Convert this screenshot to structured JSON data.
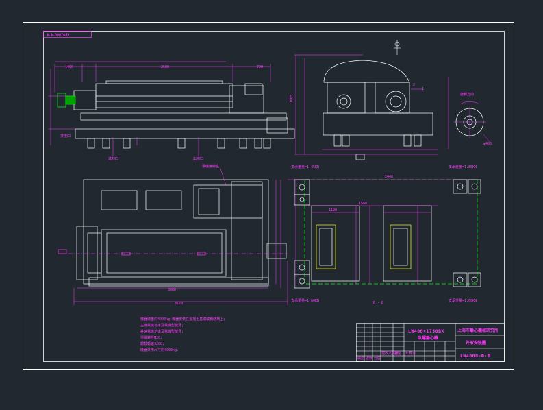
{
  "colors": {
    "background": "#212830",
    "frame": "#ffffff",
    "dimension": "#ff3cff",
    "centerline": "#00ff00",
    "hidden": "#00c8ff",
    "accent": "#ffff00"
  },
  "drawing_number_tag": "Ф-Ф-0007ФЯЭ",
  "plan_section_label": "Б - Б",
  "top_view": {
    "dims": [
      "1490",
      "2580",
      "720"
    ],
    "callouts": [
      "進料口",
      "出液口",
      "排渣口"
    ]
  },
  "side_view": {
    "left_dim": "1065",
    "callouts": [
      "2",
      "1"
    ]
  },
  "detail_label": "旋轉方向",
  "detail_dim": "φ400",
  "plan_view": {
    "callout": "電機接線盒",
    "dims": [
      "3080",
      "3120"
    ]
  },
  "base_plan": {
    "corner_labels": [
      "支承重量=1.45KN",
      "支承重量=1.65KN",
      "支承重量=1.60KN",
      "支承重量=1.60KN"
    ],
    "dims": [
      "2440",
      "1560",
      "1190"
    ]
  },
  "tech_notes": [
    "機器總重約4000kg,機器安裝在混凝土基礎或鋼結構上;",
    "主機電機功率及電機型號見;",
    "差速電機功率及電機型號見;",
    "地腳螺栓M20;",
    "轉鼓轉速3200;",
    "機器外形尺寸約4000kg."
  ],
  "title_block": {
    "model": "LW400×1750BX",
    "subtitle": "臥螺離心機",
    "company": "上海市離心機械研究所",
    "drawing_name": "外形安裝圖",
    "drawing_code": "LW400D-Ф-Ф",
    "row_labels": [
      "標記",
      "處數",
      "分區",
      "更改文件號",
      "簽名",
      "年月日"
    ]
  }
}
